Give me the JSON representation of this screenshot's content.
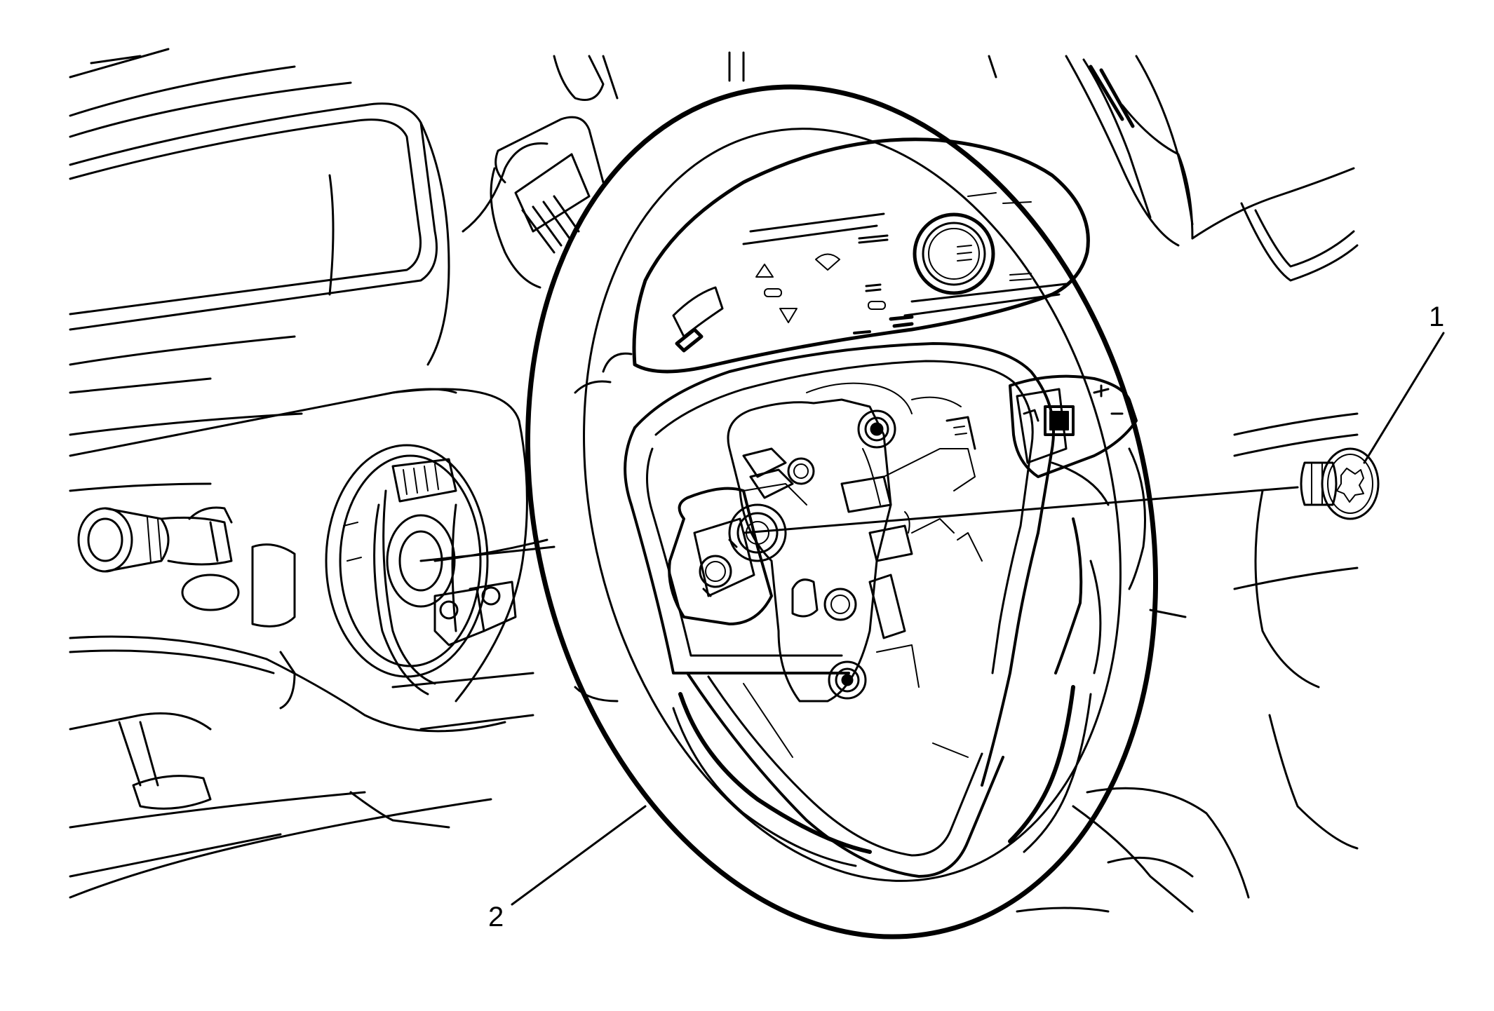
{
  "callouts": [
    {
      "id": "1",
      "label": "1",
      "part": "steering-wheel-bolt"
    },
    {
      "id": "2",
      "label": "2",
      "part": "steering-wheel"
    }
  ],
  "colors": {
    "stroke": "#000000",
    "background": "#ffffff"
  }
}
